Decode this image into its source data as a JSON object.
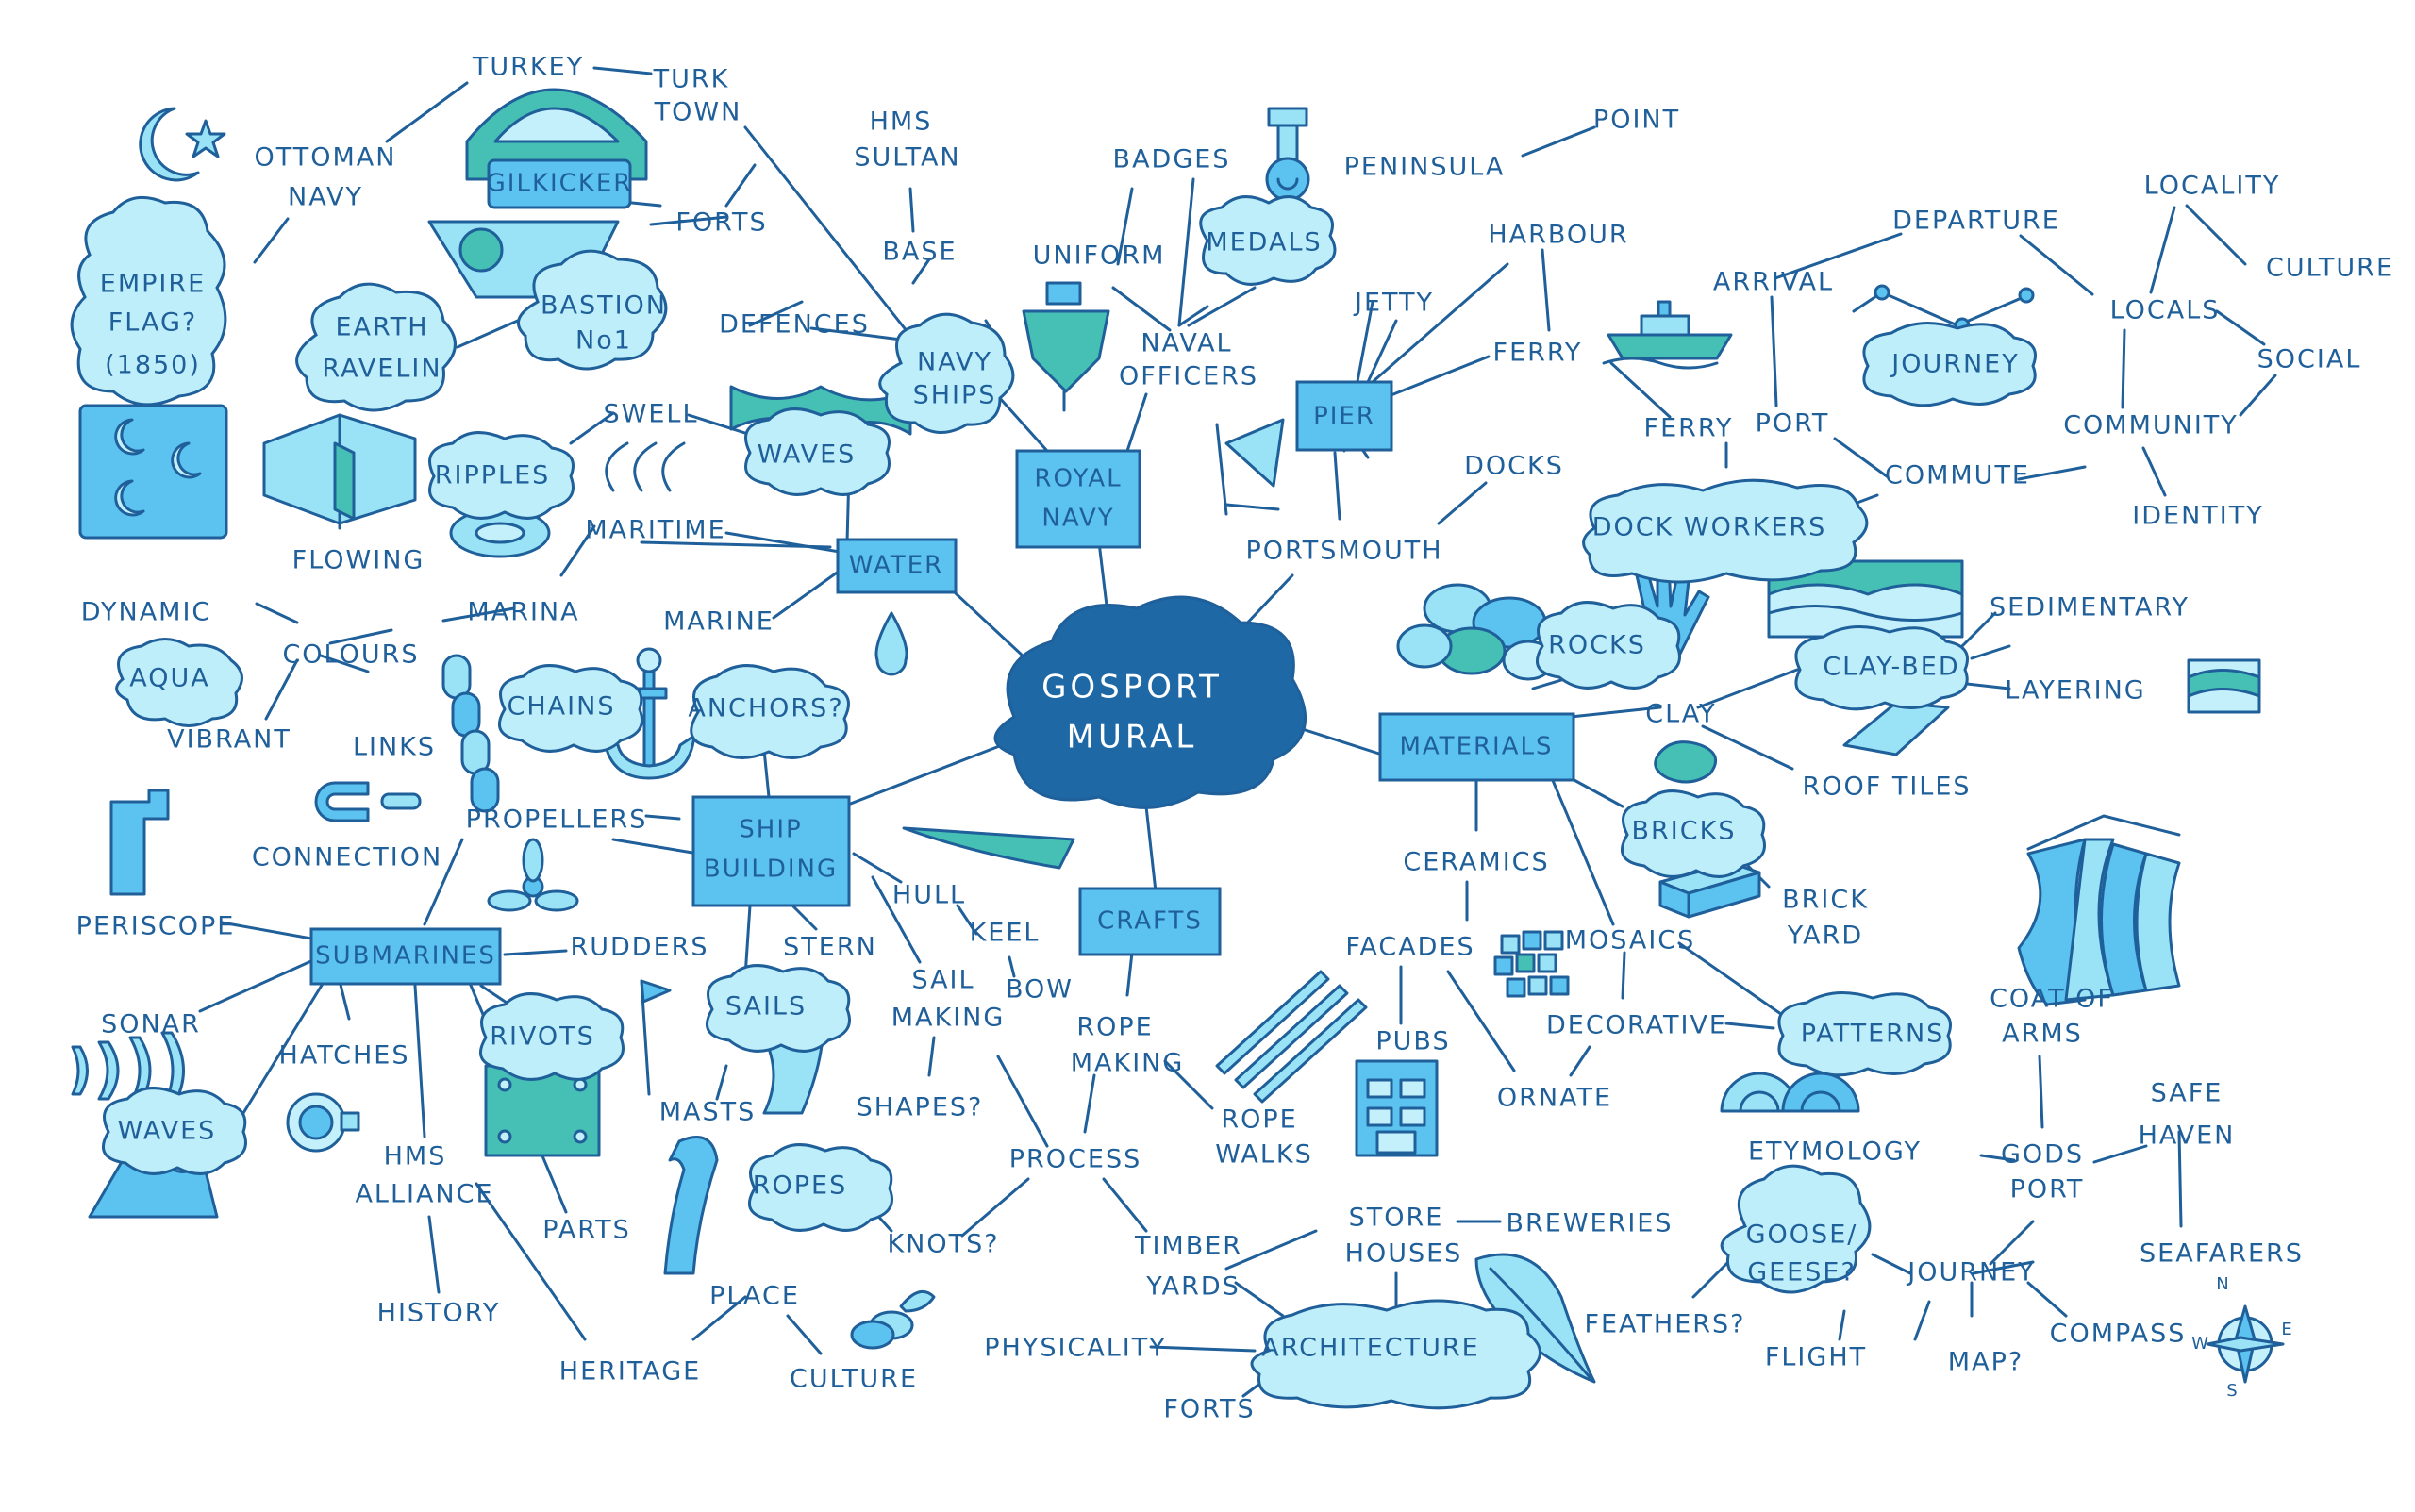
{
  "palette": {
    "ink": "#1f5f9a",
    "center_fill": "#1f68a6",
    "cloud_fill": "#bdeefa",
    "box_fill": "#5cc2f0",
    "teal": "#46c0b4",
    "light_blue": "#9ae3f7"
  },
  "center": {
    "title_line1": "GOSPORT",
    "title_line2": "MURAL"
  },
  "nodes": {
    "water": "WATER",
    "royal_navy_1": "ROYAL",
    "royal_navy_2": "NAVY",
    "pier": "PIER",
    "materials": "MATERIALS",
    "crafts": "CRAFTS",
    "ship_building_1": "SHIP",
    "ship_building_2": "BUILDING",
    "submarines": "SUBMARINES",
    "gilkicker": "GILKICKER",
    "empire_1": "EMPIRE",
    "empire_2": "FLAG?",
    "empire_3": "(1850)",
    "earth_1": "EARTH",
    "earth_2": "RAVELIN",
    "bastion_1": "BASTION",
    "bastion_2": "No1",
    "navy_ships_1": "NAVY",
    "navy_ships_2": "SHIPS",
    "medals": "MEDALS",
    "waves": "WAVES",
    "ripples": "RIPPLES",
    "aqua": "AQUA",
    "chains": "CHAINS",
    "anchors": "ANCHORS?",
    "rivots": "RIVOTS",
    "sails": "SAILS",
    "ropes": "ROPES",
    "sub_waves": "WAVES",
    "dock_workers": "DOCK WORKERS",
    "rocks": "ROCKS",
    "clay_bed": "CLAY-BED",
    "bricks": "BRICKS",
    "patterns": "PATTERNS",
    "journey_cloud": "JOURNEY",
    "goose_1": "GOOSE/",
    "goose_2": "GEESE?",
    "architecture": "ARCHITECTURE"
  },
  "labels": {
    "turkey": "TURKEY",
    "turk_town_1": "TURK",
    "turk_town_2": "TOWN",
    "ottoman_1": "OTTOMAN",
    "ottoman_2": "NAVY",
    "forts_top": "FORTS",
    "defences": "DEFENCES",
    "hms_sultan_1": "HMS",
    "hms_sultan_2": "SULTAN",
    "base": "BASE",
    "badges": "BADGES",
    "uniform": "UNIFORM",
    "naval_officers_1": "NAVAL",
    "naval_officers_2": "OFFICERS",
    "peninsula": "PENINSULA",
    "point": "POINT",
    "jetty": "JETTY",
    "harbour": "HARBOUR",
    "ferry_1": "FERRY",
    "ferry_2": "FERRY",
    "portsmouth": "PORTSMOUTH",
    "docks": "DOCKS",
    "arrival": "ARRIVAL",
    "departure": "DEPARTURE",
    "port": "PORT",
    "commute": "COMMUTE",
    "locality": "LOCALITY",
    "locals": "LOCALS",
    "culture_top": "CULTURE",
    "social": "SOCIAL",
    "community": "COMMUNITY",
    "identity": "IDENTITY",
    "swell": "SWELL",
    "flowing": "FLOWING",
    "maritime": "MARITIME",
    "marina": "MARINA",
    "marine": "MARINE",
    "dynamic": "DYNAMIC",
    "colours": "COLOURS",
    "vibrant": "VIBRANT",
    "links": "LINKS",
    "connection": "CONNECTION",
    "propellers": "PROPELLERS",
    "periscope": "PERISCOPE",
    "rudders": "RUDDERS",
    "sonar": "SONAR",
    "hatches": "HATCHES",
    "hms_alliance_1": "HMS",
    "hms_alliance_2": "ALLIANCE",
    "parts": "PARTS",
    "history": "HISTORY",
    "heritage": "HERITAGE",
    "place": "PLACE",
    "culture_bottom": "CULTURE",
    "masts": "MASTS",
    "stern": "STERN",
    "hull": "HULL",
    "keel": "KEEL",
    "bow": "BOW",
    "sail_making_1": "SAIL",
    "sail_making_2": "MAKING",
    "shapes": "SHAPES?",
    "knots": "KNOTS?",
    "process": "PROCESS",
    "rope_making_1": "ROPE",
    "rope_making_2": "MAKING",
    "rope_walks_1": "ROPE",
    "rope_walks_2": "WALKS",
    "timber_yards_1": "TIMBER",
    "timber_yards_2": "YARDS",
    "store_houses_1": "STORE",
    "store_houses_2": "HOUSES",
    "breweries": "BREWERIES",
    "physicality": "PHYSICALITY",
    "forts_bottom": "FORTS",
    "ceramics": "CERAMICS",
    "facades": "FACADES",
    "pubs": "PUBS",
    "ornate": "ORNATE",
    "mosaics": "MOSAICS",
    "decorative": "DECORATIVE",
    "clay": "CLAY",
    "roof_tiles": "ROOF TILES",
    "brick_yard_1": "BRICK",
    "brick_yard_2": "YARD",
    "sedimentary": "SEDIMENTARY",
    "layering": "LAYERING",
    "coat_of_arms_1": "COAT OF",
    "coat_of_arms_2": "ARMS",
    "etymology": "ETYMOLOGY",
    "gods_port_1": "GODS",
    "gods_port_2": "PORT",
    "safe_haven_1": "SAFE",
    "safe_haven_2": "HAVEN",
    "seafarers": "SEAFARERS",
    "journey_label": "JOURNEY",
    "compass": "COMPASS",
    "feathers": "FEATHERS?",
    "flight": "FLIGHT",
    "map": "MAP?"
  },
  "compass_letters": {
    "n": "N",
    "e": "E",
    "s": "S",
    "w": "W"
  }
}
